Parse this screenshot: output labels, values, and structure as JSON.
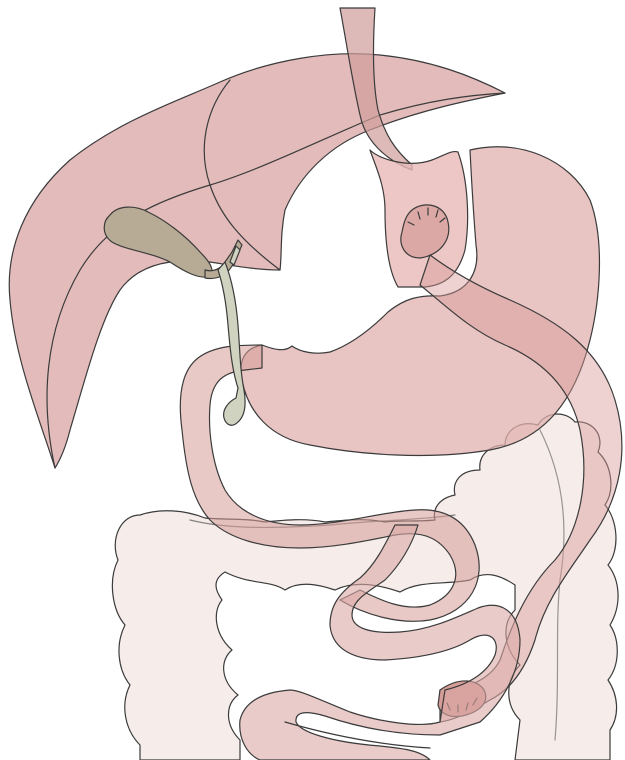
{
  "colors": {
    "background": "#ffffff",
    "liver": "#d9a4a4",
    "stomach": "#e0b0ae",
    "esophagus": "#cf9c9a",
    "gallbladder": "#b7ab96",
    "bile_duct": "#cfd3bf",
    "large_intestine": "#f6ecea",
    "small_intestine": "#d69c98",
    "outline": "#3b3b3b"
  },
  "organs": [
    {
      "id": "liver",
      "icon": "liver-shape"
    },
    {
      "id": "gallbladder",
      "icon": "gallbladder-shape"
    },
    {
      "id": "bile-duct",
      "icon": "duct-shape"
    },
    {
      "id": "esophagus",
      "icon": "tube-shape"
    },
    {
      "id": "stomach-upper-pouch",
      "icon": "pouch-shape"
    },
    {
      "id": "stomach-remnant",
      "icon": "stomach-shape"
    },
    {
      "id": "roux-limb",
      "icon": "intestine-limb-shape"
    },
    {
      "id": "duodenum",
      "icon": "intestine-loop-shape"
    },
    {
      "id": "small-intestine",
      "icon": "intestine-loop-shape"
    },
    {
      "id": "large-intestine",
      "icon": "colon-shape"
    }
  ]
}
